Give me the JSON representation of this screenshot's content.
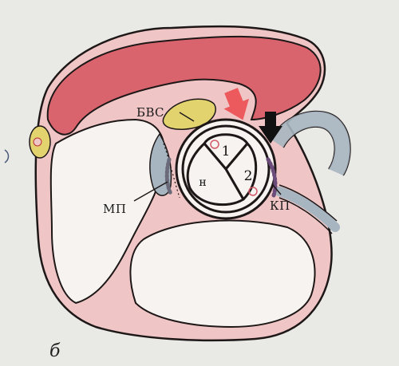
{
  "labels": {
    "bvs": "БВС",
    "mp": "МП",
    "kp": "КП",
    "cusp_1": "1",
    "cusp_2": "2",
    "cusp_n": "н",
    "panel": "б"
  },
  "colors": {
    "background": "#e9e9e6",
    "tissue_pink": "#e9a3a7",
    "muscle_red": "#d9646d",
    "fat_yellow": "#e2d36f",
    "grey_blue": "#a7b5c0",
    "outline": "#1d1717",
    "arrow_red": "#ec5a5e",
    "arrow_black": "#111111"
  },
  "icons": [
    "red-arrow-icon",
    "black-arrow-icon"
  ]
}
